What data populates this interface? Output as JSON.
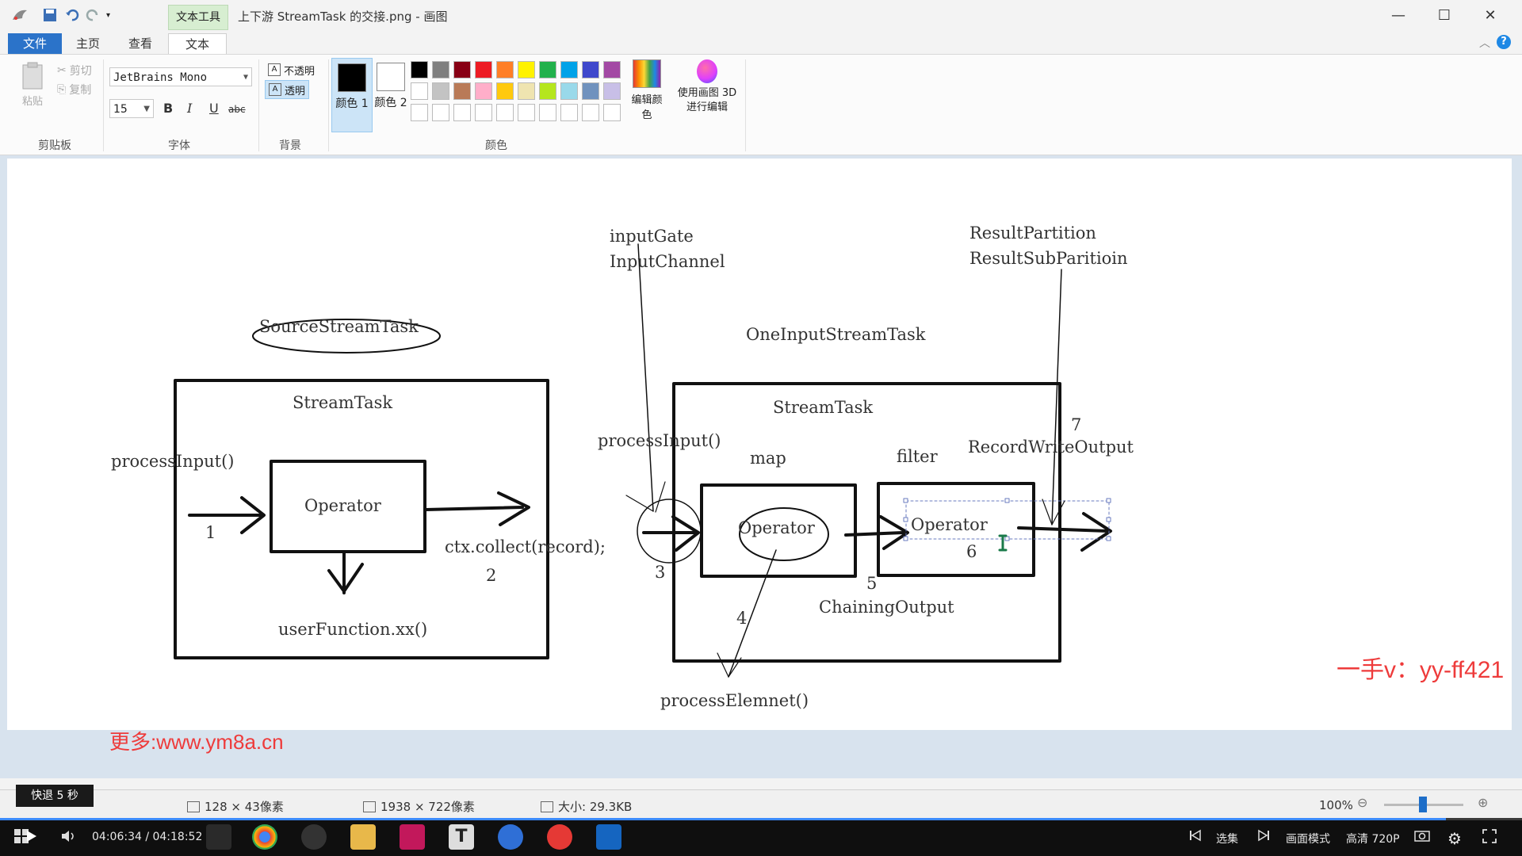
{
  "titlebar": {
    "context_tab": "文本工具",
    "title": "上下游 StreamTask 的交接.png - 画图",
    "minimize": "—",
    "maximize": "☐",
    "close": "✕"
  },
  "tabs": {
    "file": "文件",
    "home": "主页",
    "view": "查看",
    "text": "文本"
  },
  "help": "?",
  "ribbon": {
    "clipboard": {
      "paste": "粘贴",
      "cut": "剪切",
      "copy": "复制",
      "label": "剪贴板"
    },
    "font": {
      "family": "JetBrains Mono",
      "size": "15",
      "bold": "B",
      "italic": "I",
      "underline": "U",
      "strike": "abc",
      "label": "字体"
    },
    "background": {
      "opaque": "不透明",
      "transparent": "透明",
      "label": "背景"
    },
    "colors": {
      "color1": "颜色 1",
      "color2": "颜色 2",
      "color1_value": "#000000",
      "color2_value": "#ffffff",
      "edit_colors": "编辑颜色",
      "paint3d": "使用画图 3D 进行编辑",
      "label": "颜色",
      "palette": [
        "#000000",
        "#7f7f7f",
        "#880015",
        "#ed1c24",
        "#ff7f27",
        "#fff200",
        "#22b14c",
        "#00a2e8",
        "#3f48cc",
        "#a349a4",
        "#ffffff",
        "#c3c3c3",
        "#b97a57",
        "#ffaec9",
        "#ffc90e",
        "#efe4b0",
        "#b5e61d",
        "#99d9ea",
        "#7092be",
        "#c8bfe7",
        "#ffffff",
        "#ffffff",
        "#ffffff",
        "#ffffff",
        "#ffffff",
        "#ffffff",
        "#ffffff",
        "#ffffff",
        "#ffffff",
        "#ffffff"
      ]
    }
  },
  "canvas": {
    "source_task": "SourceStreamTask",
    "left_streamtask": "StreamTask",
    "left_process_input": "processInput()",
    "left_operator": "Operator",
    "left_step1": "1",
    "left_ctx_collect": "ctx.collect(record);",
    "left_step2": "2",
    "left_user_function": "userFunction.xx()",
    "input_gate": "inputGate",
    "input_channel": "InputChannel",
    "result_partition": "ResultPartition",
    "result_subpartition": "ResultSubParitioin",
    "one_input_task": "OneInputStreamTask",
    "right_streamtask": "StreamTask",
    "right_process_input": "processInput()",
    "map": "map",
    "filter": "filter",
    "step7": "7",
    "record_writer_output": "RecordWriteOutput",
    "map_operator": "Operator",
    "filter_operator": "Operator",
    "step3": "3",
    "step4": "4",
    "step5": "5",
    "step6": "6",
    "chaining_output": "ChainingOutput",
    "process_element": "processElemnet()"
  },
  "watermarks": {
    "more": "更多:www.ym8a.cn",
    "contact": "一手v：yy-ff421"
  },
  "statusbar": {
    "selection": "128 × 43像素",
    "image_size": "1938 × 722像素",
    "file_size": "大小: 29.3KB",
    "zoom": "100%"
  },
  "video": {
    "skip_hint": "快退 5 秒",
    "time": "04:06:34 / 04:18:52",
    "progress": 0.95,
    "episodes": "选集",
    "picture_mode": "画面模式",
    "quality": "高清 720P"
  }
}
